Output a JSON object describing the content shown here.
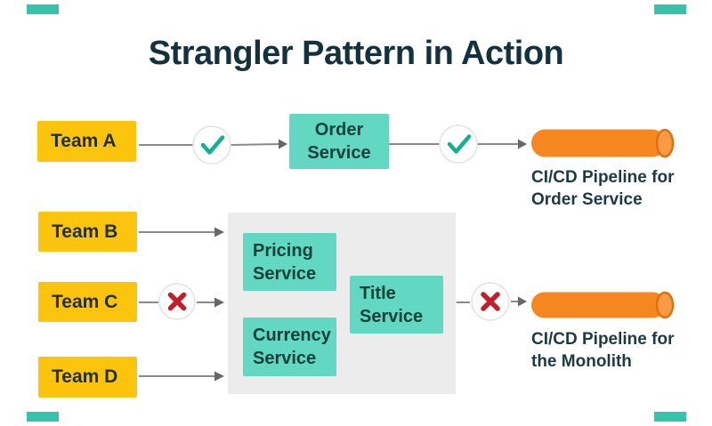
{
  "title": "Strangler Pattern in Action",
  "teams": {
    "a": "Team A",
    "b": "Team B",
    "c": "Team C",
    "d": "Team D"
  },
  "services": {
    "order": "Order Service",
    "pricing": "Pricing Service",
    "title": "Title Service",
    "currency": "Currency Service"
  },
  "pipelines": {
    "order": "CI/CD Pipeline for Order Service",
    "monolith": "CI/CD Pipeline for the Monolith"
  },
  "icons": {
    "check": "check-icon",
    "cross": "cross-icon",
    "cylinder": "pipeline-cylinder-icon"
  },
  "colors": {
    "team_yellow": "#FCC40D",
    "service_teal": "#62D7C1",
    "pipeline_orange": "#F6861F",
    "panel_gray": "#ECECEC",
    "text_navy": "#14323E",
    "check_green": "#14AE94",
    "cross_red": "#C1202B",
    "connector_gray": "#8A8A8A",
    "corner_teal": "#35C3AB"
  }
}
